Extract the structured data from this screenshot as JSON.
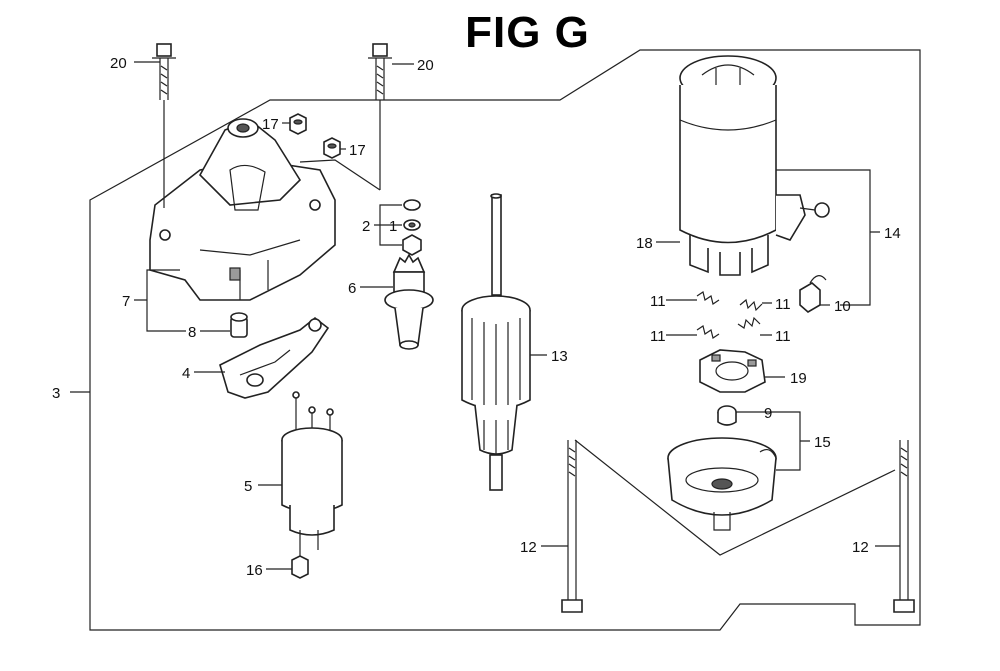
{
  "title": "FIG G",
  "callouts": {
    "c20a": "20",
    "c20b": "20",
    "c17a": "17",
    "c17b": "17",
    "c2": "2",
    "c1": "1",
    "c7": "7",
    "c8": "8",
    "c6": "6",
    "c4": "4",
    "c3": "3",
    "c5": "5",
    "c16": "16",
    "c13": "13",
    "c18": "18",
    "c14": "14",
    "c11a": "11",
    "c11b": "11",
    "c11c": "11",
    "c11d": "11",
    "c10": "10",
    "c19": "19",
    "c9": "9",
    "c15": "15",
    "c12a": "12",
    "c12b": "12"
  }
}
